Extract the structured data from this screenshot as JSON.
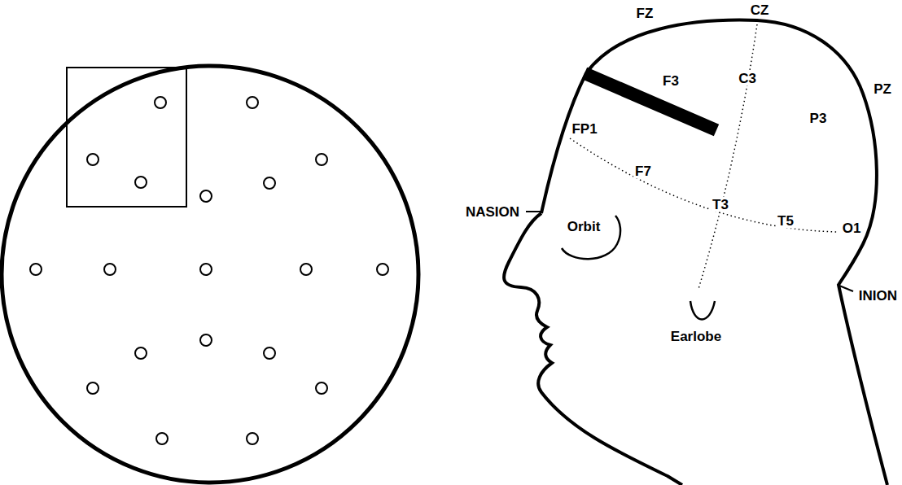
{
  "diagram": {
    "labels": [
      "FZ",
      "CZ",
      "C3",
      "F3",
      "FP1",
      "F7",
      "T3",
      "T5",
      "O1",
      "P3",
      "PZ",
      "NASION",
      "INION",
      "Orbit",
      "Earlobe"
    ]
  }
}
